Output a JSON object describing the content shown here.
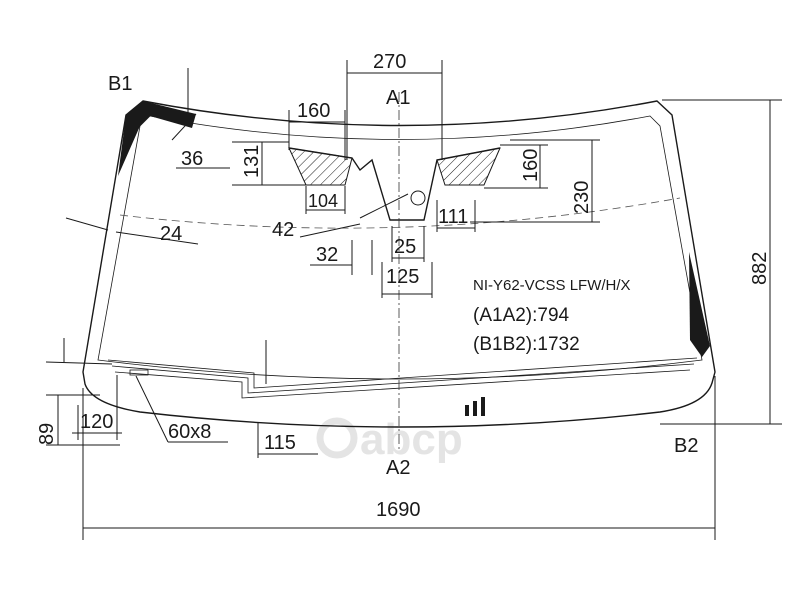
{
  "labels": {
    "b1": "B1",
    "b2": "B2",
    "a1": "A1",
    "a2": "A2"
  },
  "dimensions": {
    "d270": "270",
    "d160_top": "160",
    "d131": "131",
    "d36": "36",
    "d160_right": "160",
    "d230": "230",
    "d104": "104",
    "d42": "42",
    "d111": "111",
    "d24": "24",
    "d32": "32",
    "d25": "25",
    "d125": "125",
    "d882": "882",
    "d89": "89",
    "d120": "120",
    "d60x8": "60x8",
    "d115": "115",
    "d1690": "1690"
  },
  "product": {
    "code": "NI-Y62-VCSS LFW/H/X",
    "a1a2": "(A1A2):794",
    "b1b2": "(B1B2):1732"
  },
  "watermark": {
    "text": "abcp"
  },
  "colors": {
    "line": "#1a1a1a",
    "ceramic": "#1a1a1a",
    "watermark": "#e4e4e4"
  }
}
